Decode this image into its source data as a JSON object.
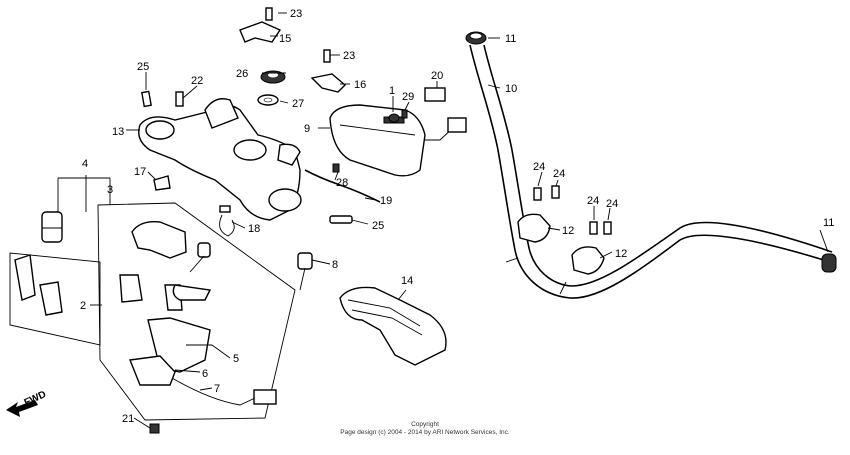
{
  "callouts": {
    "c1": "1",
    "c2": "2",
    "c3": "3",
    "c4": "4",
    "c5": "5",
    "c6": "6",
    "c7": "7",
    "c8": "8",
    "c9": "9",
    "c10": "10",
    "c11a": "11",
    "c11b": "11",
    "c12a": "12",
    "c12b": "12",
    "c13": "13",
    "c14": "14",
    "c15": "15",
    "c16": "16",
    "c17": "17",
    "c18": "18",
    "c19": "19",
    "c20": "20",
    "c21": "21",
    "c22": "22",
    "c23a": "23",
    "c23b": "23",
    "c24a": "24",
    "c24b": "24",
    "c24c": "24",
    "c24d": "24",
    "c25a": "25",
    "c25b": "25",
    "c26": "26",
    "c27": "27",
    "c28": "28",
    "c29": "29"
  },
  "direction_label": "FWD",
  "copyright": {
    "line1": "Copyright",
    "line2": "Page design (c) 2004 - 2014 by ARI Network Services, Inc."
  }
}
